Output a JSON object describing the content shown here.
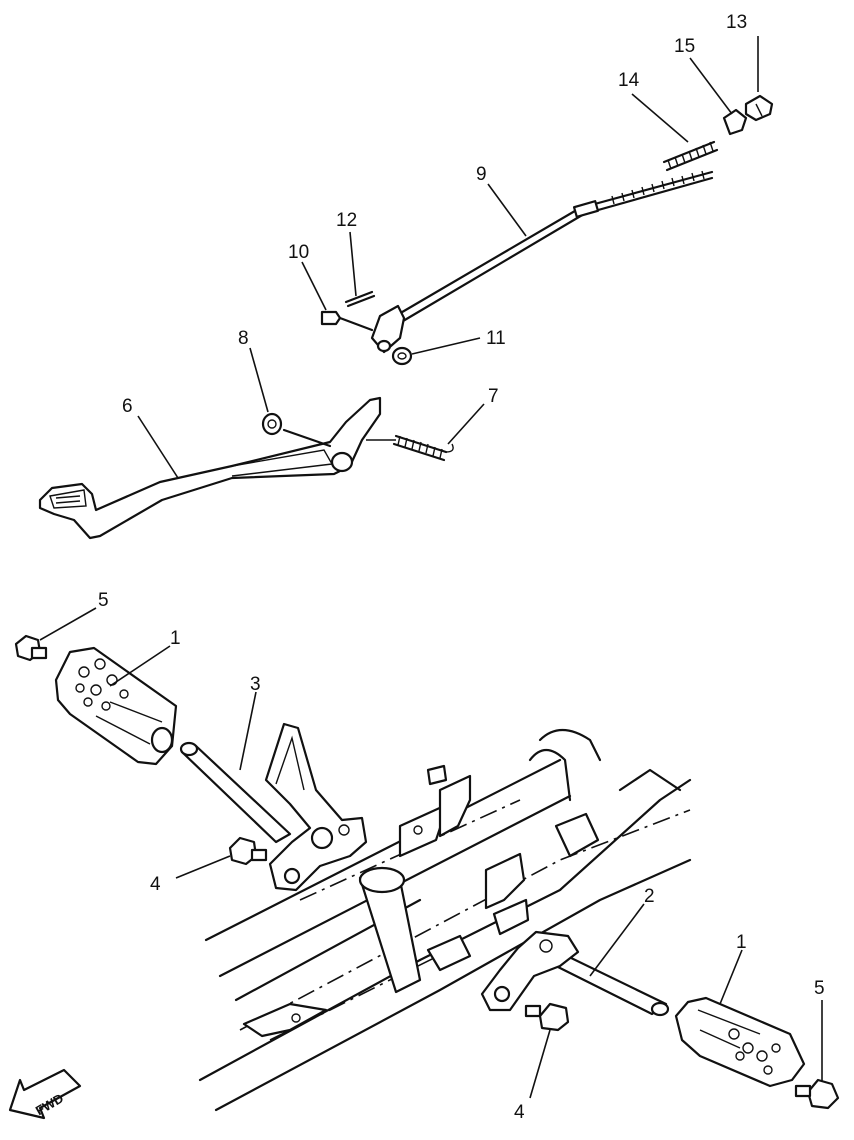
{
  "callouts": {
    "c1a": "1",
    "c1b": "1",
    "c2": "2",
    "c3": "3",
    "c4a": "4",
    "c4b": "4",
    "c5a": "5",
    "c5b": "5",
    "c6": "6",
    "c7": "7",
    "c8": "8",
    "c9": "9",
    "c10": "10",
    "c11": "11",
    "c12": "12",
    "c13": "13",
    "c14": "14",
    "c15": "15"
  },
  "direction_badge": "FWD"
}
